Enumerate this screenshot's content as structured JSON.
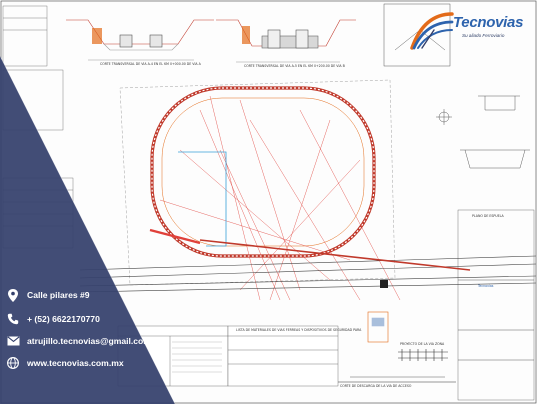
{
  "brand": {
    "name": "Tecnovias",
    "tagline": "Su aliado Ferroviario",
    "colors": {
      "primary": "#2d63ad",
      "accent": "#e36b1a",
      "panel": "#34406c"
    }
  },
  "contacts": [
    {
      "icon": "location-pin-icon",
      "text": "Calle pilares #9"
    },
    {
      "icon": "phone-icon",
      "text": "+ (52) 6622170770"
    },
    {
      "icon": "email-icon",
      "text": "atrujillo.tecnovias@gmail.com"
    },
    {
      "icon": "globe-icon",
      "text": "www.tecnovias.com.mx"
    }
  ],
  "drawing": {
    "section_left_caption": "CORTE TRANSVERSAL DE VIA A-4 EN EL KM 0+000.00 DE VIA A",
    "section_right_caption": "CORTE TRANSVERSAL DE VIA A-5 EN EL KM 0+200.00 DE VIA B",
    "notes_title": "LISTA DE MATERIALES DE VIAS FERREAS Y DISPOSITIVOS DE SEGURIDAD PARA",
    "detail_caption": "PROYECTO DE LA VIA ZONA",
    "bottom_caption": "CORTE DE DESCARGA DE LA VIA DE ACCESO",
    "title_block_label": "PLANO DE ESPUELA",
    "title_block_sub": "Tecnovias"
  }
}
